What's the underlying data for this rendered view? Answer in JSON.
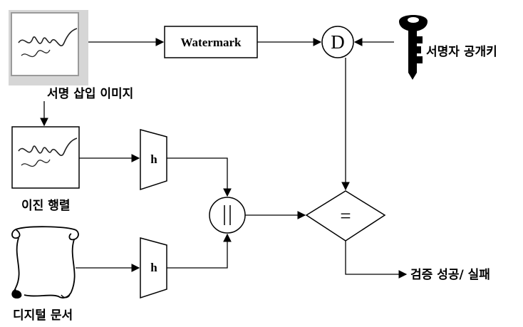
{
  "labels": {
    "signed_image": "서명 삽입 이미지",
    "binary_matrix": "이진 행렬",
    "digital_doc": "디지털 문서",
    "signer_pubkey": "서명자 공개키",
    "result": "검증 성공/ 실패"
  },
  "nodes": {
    "watermark": "Watermark",
    "decrypt": "D",
    "hash_top": "h",
    "hash_bottom": "h",
    "concat": "||",
    "compare": "="
  }
}
